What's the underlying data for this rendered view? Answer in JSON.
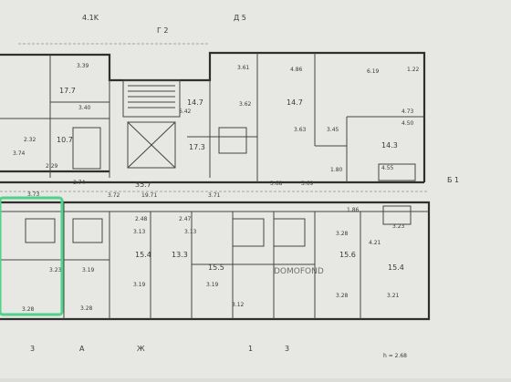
{
  "top_labels": [
    {
      "text": "4.1K"
    },
    {
      "text": "Г 2"
    },
    {
      "text": "Д 5"
    },
    {
      "text": "Б 1"
    }
  ],
  "rooms": [
    {
      "area": "17.7"
    },
    {
      "area": "10.7"
    },
    {
      "area": "14.7"
    },
    {
      "area": "14.7"
    },
    {
      "area": "17.3"
    },
    {
      "area": "35.7"
    },
    {
      "area": "14.3"
    },
    {
      "area": "15.4"
    },
    {
      "area": "13.3"
    },
    {
      "area": "15.5"
    },
    {
      "area": "15.6"
    },
    {
      "area": "15.4"
    }
  ],
  "dims": [
    {
      "text": "3.39"
    },
    {
      "text": "3.61"
    },
    {
      "text": "4.86"
    },
    {
      "text": "6.19"
    },
    {
      "text": "1.22"
    },
    {
      "text": "3.40"
    },
    {
      "text": "6.42"
    },
    {
      "text": "3.62"
    },
    {
      "text": "4.73"
    },
    {
      "text": "3.63"
    },
    {
      "text": "4.50"
    },
    {
      "text": "3.45"
    },
    {
      "text": "2.32"
    },
    {
      "text": "3.74"
    },
    {
      "text": "2.29"
    },
    {
      "text": "3.73"
    },
    {
      "text": "3.74"
    },
    {
      "text": "3.72"
    },
    {
      "text": "19.71"
    },
    {
      "text": "3.71"
    },
    {
      "text": "3.68"
    },
    {
      "text": "3.69"
    },
    {
      "text": "2.48"
    },
    {
      "text": "2.47"
    },
    {
      "text": "1.86"
    },
    {
      "text": "3.13"
    },
    {
      "text": "3.13"
    },
    {
      "text": "3.23"
    },
    {
      "text": "3.19"
    },
    {
      "text": "3.23"
    },
    {
      "text": "3.28"
    },
    {
      "text": "3.19"
    },
    {
      "text": "3.19"
    },
    {
      "text": "3.12"
    },
    {
      "text": "3.28"
    },
    {
      "text": "3.21"
    },
    {
      "text": "3.28"
    },
    {
      "text": "4.55"
    },
    {
      "text": "1.80"
    },
    {
      "text": "4.21"
    }
  ],
  "bottom_labels": [
    {
      "text": "3"
    },
    {
      "text": "А"
    },
    {
      "text": "Ж"
    },
    {
      "text": "1"
    },
    {
      "text": "3"
    }
  ],
  "height_note": "h = 2.68",
  "watermark": "DOMOFOND",
  "highlight_color": "#4fd28a",
  "paper_color": "#e7e7e3",
  "line_color": "#2f2f2f"
}
